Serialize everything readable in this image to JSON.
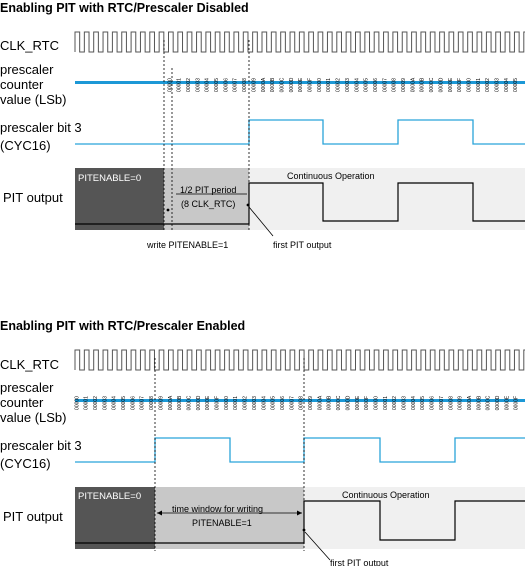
{
  "colors": {
    "clock": "#555555",
    "signal": "#29a3d9",
    "counter_bar": "#1c98d6",
    "pit_dark": "#555555",
    "pit_mid": "#c8c8c8",
    "pit_light": "#f0f0f0"
  },
  "counter_values": [
    "00",
    "01",
    "02",
    "03",
    "04",
    "05",
    "06",
    "07",
    "08",
    "09",
    "0A",
    "0B",
    "0C",
    "0D",
    "0E",
    "0F"
  ],
  "sections": [
    {
      "id": "disabled",
      "title": "Enabling PIT with RTC/Prescaler Disabled",
      "labels": {
        "clk": "CLK_RTC",
        "counter_line1": "prescaler",
        "counter_line2": "counter",
        "counter_line3": "value (LSb)",
        "bit_line1": "prescaler bit 3",
        "bit_line2": "(CYC16)",
        "pit": "PIT output"
      },
      "pit_box_dark_label": "PITENABLE=0",
      "pit_box_mid_label_1": "1/2 PIT period",
      "pit_box_mid_label_2": "(8 CLK_RTC)",
      "continuous_label": "Continuous Operation",
      "annotation_write": "write PITENABLE=1",
      "annotation_first": "first PIT output"
    },
    {
      "id": "enabled",
      "title": "Enabling PIT with RTC/Prescaler Enabled",
      "labels": {
        "clk": "CLK_RTC",
        "counter_line1": "prescaler",
        "counter_line2": "counter",
        "counter_line3": "value (LSb)",
        "bit_line1": "prescaler bit 3",
        "bit_line2": "(CYC16)",
        "pit": "PIT output"
      },
      "pit_box_dark_label": "PITENABLE=0",
      "pit_box_mid_label_1": "time window for writing",
      "pit_box_mid_label_2": "PITENABLE=1",
      "continuous_label": "Continuous Operation",
      "annotation_first": "first PIT output"
    }
  ]
}
